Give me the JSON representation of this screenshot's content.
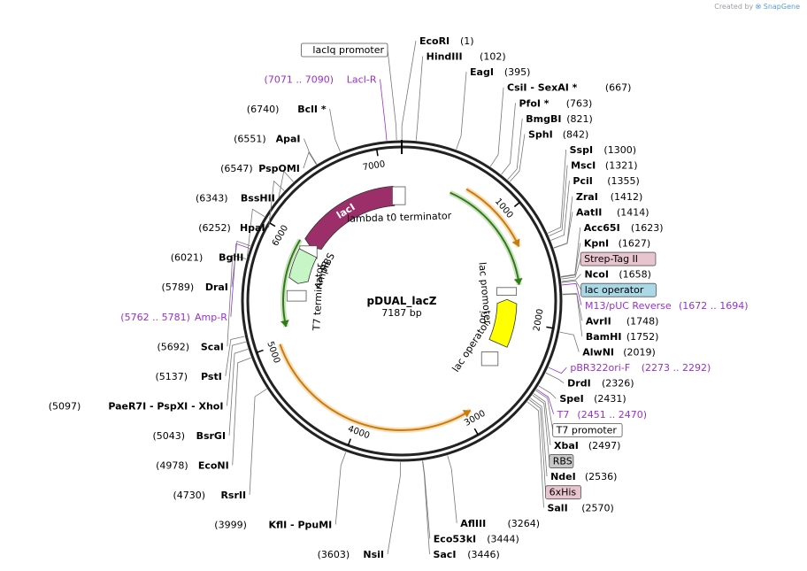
{
  "credit": {
    "prefix": "Created by",
    "brand": "SnapGene"
  },
  "plasmid": {
    "name": "pDUAL_lacZ",
    "length_label": "7187 bp",
    "total_bp": 7187
  },
  "ticks": [
    "1000",
    "2000",
    "3000",
    "4000",
    "5000",
    "6000",
    "7000"
  ],
  "features": [
    {
      "name": "lacI",
      "start": 6000,
      "end": 7100,
      "strand": -1,
      "color": "#9c2f6a",
      "kind": "gene"
    },
    {
      "name": "lambda t0 terminator",
      "start": 7120,
      "end": 7187,
      "strand": 0,
      "color": "#c8c8c8",
      "kind": "terminator"
    },
    {
      "name": "RBS",
      "start": 5930,
      "end": 5950,
      "strand": 0,
      "color": "#c8c8c8",
      "kind": "rbs"
    },
    {
      "name": "AmpR",
      "start": 5580,
      "end": 5930,
      "strand": -1,
      "color": "#c6f6c6",
      "kind": "gene"
    },
    {
      "name": "T7 terminator",
      "start": 5420,
      "end": 5470,
      "strand": 0,
      "color": "#c8c8c8",
      "kind": "terminator"
    },
    {
      "name": "lac promoter",
      "start": 1672,
      "end": 1710,
      "strand": 0,
      "color": "#c8c8c8",
      "kind": "promoter"
    },
    {
      "name": "ori",
      "start": 1780,
      "end": 2270,
      "strand": -1,
      "color": "#ffff00",
      "kind": "ori"
    },
    {
      "name": "lac operator",
      "start": 2450,
      "end": 2470,
      "strand": 0,
      "color": "#c8c8c8",
      "kind": "operator"
    }
  ],
  "orfs": [
    {
      "start": 6010,
      "end": 5140,
      "color": "#6aa84f"
    },
    {
      "start": 480,
      "end": 1640,
      "color": "#6aa84f"
    },
    {
      "start": 5000,
      "end": 2950,
      "color": "#f0a030"
    },
    {
      "start": 600,
      "end": 1300,
      "color": "#f0a030"
    }
  ],
  "sites_right": [
    {
      "name": "EcoRI",
      "pos": "(1)",
      "bp": 1
    },
    {
      "name": "HindIII",
      "pos": "(102)",
      "bp": 102
    },
    {
      "name": "EagI",
      "pos": "(395)",
      "bp": 395
    },
    {
      "name": "CsiI - SexAI *",
      "pos": "(667)",
      "bp": 667
    },
    {
      "name": "PfoI *",
      "pos": "(763)",
      "bp": 763
    },
    {
      "name": "BmgBI",
      "pos": "(821)",
      "bp": 821
    },
    {
      "name": "SphI",
      "pos": "(842)",
      "bp": 842
    },
    {
      "name": "SspI",
      "pos": "(1300)",
      "bp": 1300
    },
    {
      "name": "MscI",
      "pos": "(1321)",
      "bp": 1321
    },
    {
      "name": "PciI",
      "pos": "(1355)",
      "bp": 1355
    },
    {
      "name": "ZraI",
      "pos": "(1412)",
      "bp": 1412
    },
    {
      "name": "AatII",
      "pos": "(1414)",
      "bp": 1414
    },
    {
      "name": "Acc65I",
      "pos": "(1623)",
      "bp": 1623
    },
    {
      "name": "KpnI",
      "pos": "(1627)",
      "bp": 1627
    },
    {
      "name": "Strep-Tag II",
      "pos": "",
      "bp": 1640,
      "box": "#e8c4cf"
    },
    {
      "name": "NcoI",
      "pos": "(1658)",
      "bp": 1658
    },
    {
      "name": "lac operator",
      "pos": "",
      "bp": 1665,
      "box": "#aad8e6"
    },
    {
      "name": "M13/pUC Reverse",
      "pos": "(1672 .. 1694)",
      "bp": 1683,
      "primer": true
    },
    {
      "name": "AvrII",
      "pos": "(1748)",
      "bp": 1748
    },
    {
      "name": "BamHI",
      "pos": "(1752)",
      "bp": 1752
    },
    {
      "name": "AlwNI",
      "pos": "(2019)",
      "bp": 2019
    },
    {
      "name": "pBR322ori-F",
      "pos": "(2273 .. 2292)",
      "bp": 2283,
      "primer": true
    },
    {
      "name": "DrdI",
      "pos": "(2326)",
      "bp": 2326
    },
    {
      "name": "SpeI",
      "pos": "(2431)",
      "bp": 2431
    },
    {
      "name": "T7",
      "pos": "(2451 .. 2470)",
      "bp": 2460,
      "primer": true
    },
    {
      "name": "T7 promoter",
      "pos": "",
      "bp": 2470,
      "box": "#ffffff"
    },
    {
      "name": "XbaI",
      "pos": "(2497)",
      "bp": 2497
    },
    {
      "name": "RBS",
      "pos": "",
      "bp": 2510,
      "box": "#c8c8c8"
    },
    {
      "name": "NdeI",
      "pos": "(2536)",
      "bp": 2536
    },
    {
      "name": "6xHis",
      "pos": "",
      "bp": 2550,
      "box": "#e8c4cf"
    },
    {
      "name": "SalI",
      "pos": "(2570)",
      "bp": 2570
    },
    {
      "name": "AflIII",
      "pos": "(3264)",
      "bp": 3264
    },
    {
      "name": "Eco53kI",
      "pos": "(3444)",
      "bp": 3444
    },
    {
      "name": "SacI",
      "pos": "(3446)",
      "bp": 3446
    }
  ],
  "sites_left": [
    {
      "name": "NsiI",
      "pos": "(3603)",
      "bp": 3603
    },
    {
      "name": "KflI - PpuMI",
      "pos": "(3999)",
      "bp": 3999
    },
    {
      "name": "RsrII",
      "pos": "(4730)",
      "bp": 4730
    },
    {
      "name": "EcoNI",
      "pos": "(4978)",
      "bp": 4978
    },
    {
      "name": "BsrGI",
      "pos": "(5043)",
      "bp": 5043
    },
    {
      "name": "PaeR7I - PspXI - XhoI",
      "pos": "(5097)",
      "bp": 5097
    },
    {
      "name": "PstI",
      "pos": "(5137)",
      "bp": 5137
    },
    {
      "name": "ScaI",
      "pos": "(5692)",
      "bp": 5692
    },
    {
      "name": "Amp-R",
      "pos": "(5762 .. 5781)",
      "bp": 5771,
      "primer": true
    },
    {
      "name": "DraI",
      "pos": "(5789)",
      "bp": 5789
    },
    {
      "name": "BglII",
      "pos": "(6021)",
      "bp": 6021
    },
    {
      "name": "HpaI",
      "pos": "(6252)",
      "bp": 6252
    },
    {
      "name": "BssHII",
      "pos": "(6343)",
      "bp": 6343
    },
    {
      "name": "PspOMI",
      "pos": "(6547)",
      "bp": 6547
    },
    {
      "name": "ApaI",
      "pos": "(6551)",
      "bp": 6551
    },
    {
      "name": "BclI *",
      "pos": "(6740)",
      "bp": 6740
    },
    {
      "name": "LacI-R",
      "pos": "(7071 .. 7090)",
      "bp": 7080,
      "primer": true
    },
    {
      "name": "lacIq promoter",
      "pos": "",
      "bp": 7150,
      "box": "#ffffff"
    }
  ]
}
